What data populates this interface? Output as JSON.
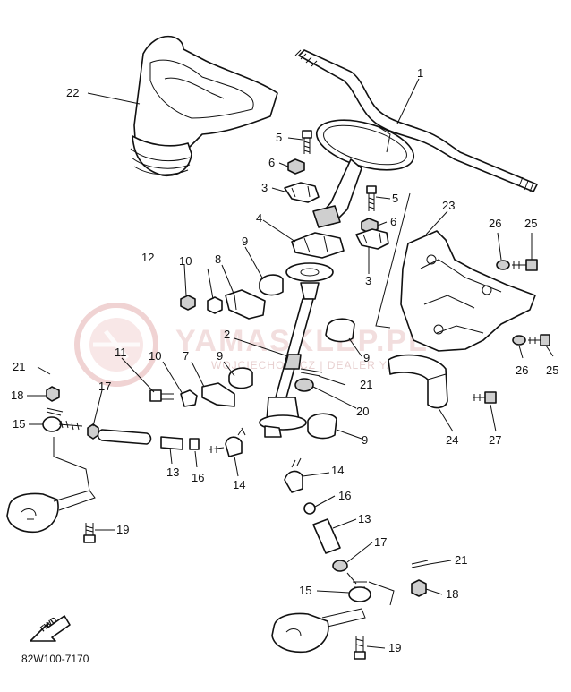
{
  "diagram": {
    "part_code": "82W100-7170",
    "forward_arrow_label": "FWD",
    "watermark": {
      "text": "YAMASKLEP.PL",
      "subtext": "WOJCIECHOWICZ | DEALER YAMAHA",
      "color": "#e0a0a0"
    },
    "callouts": [
      {
        "id": "c1",
        "num": "1"
      },
      {
        "id": "c2",
        "num": "2"
      },
      {
        "id": "c3a",
        "num": "3"
      },
      {
        "id": "c3b",
        "num": "3"
      },
      {
        "id": "c4",
        "num": "4"
      },
      {
        "id": "c5a",
        "num": "5"
      },
      {
        "id": "c5b",
        "num": "5"
      },
      {
        "id": "c6a",
        "num": "6"
      },
      {
        "id": "c6b",
        "num": "6"
      },
      {
        "id": "c7",
        "num": "7"
      },
      {
        "id": "c8",
        "num": "8"
      },
      {
        "id": "c9a",
        "num": "9"
      },
      {
        "id": "c9b",
        "num": "9"
      },
      {
        "id": "c9c",
        "num": "9"
      },
      {
        "id": "c9d",
        "num": "9"
      },
      {
        "id": "c10a",
        "num": "10"
      },
      {
        "id": "c10b",
        "num": "10"
      },
      {
        "id": "c11",
        "num": "11"
      },
      {
        "id": "c12",
        "num": "12"
      },
      {
        "id": "c13a",
        "num": "13"
      },
      {
        "id": "c13b",
        "num": "13"
      },
      {
        "id": "c14a",
        "num": "14"
      },
      {
        "id": "c14b",
        "num": "14"
      },
      {
        "id": "c15a",
        "num": "15"
      },
      {
        "id": "c15b",
        "num": "15"
      },
      {
        "id": "c16a",
        "num": "16"
      },
      {
        "id": "c16b",
        "num": "16"
      },
      {
        "id": "c17a",
        "num": "17"
      },
      {
        "id": "c17b",
        "num": "17"
      },
      {
        "id": "c18a",
        "num": "18"
      },
      {
        "id": "c18b",
        "num": "18"
      },
      {
        "id": "c19a",
        "num": "19"
      },
      {
        "id": "c19b",
        "num": "19"
      },
      {
        "id": "c20",
        "num": "20"
      },
      {
        "id": "c21a",
        "num": "21"
      },
      {
        "id": "c21b",
        "num": "21"
      },
      {
        "id": "c21c",
        "num": "21"
      },
      {
        "id": "c22",
        "num": "22"
      },
      {
        "id": "c23",
        "num": "23"
      },
      {
        "id": "c24",
        "num": "24"
      },
      {
        "id": "c25a",
        "num": "25"
      },
      {
        "id": "c25b",
        "num": "25"
      },
      {
        "id": "c26a",
        "num": "26"
      },
      {
        "id": "c26b",
        "num": "26"
      },
      {
        "id": "c27",
        "num": "27"
      }
    ]
  }
}
